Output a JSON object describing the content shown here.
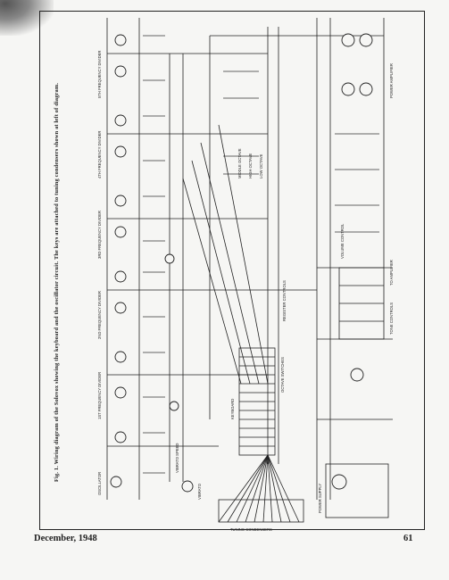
{
  "figure": {
    "caption": "Fig. 1. Wiring diagram of the Solovox showing the keyboard and the oscillator circuit. The keys are attached to tuning condensers shown at left of diagram.",
    "labels": {
      "master_oscillator": "5TH FREQUENCY DIVIDER",
      "div4": "4TH FREQUENCY DIVIDER",
      "div3": "3RD FREQUENCY DIVIDER",
      "div2": "2ND FREQUENCY DIVIDER",
      "div1": "1ST FREQUENCY DIVIDER",
      "oscillator": "OSCILLATOR",
      "vibrato": "VIBRATO",
      "vibrato_speed": "VIBRATO SPEED",
      "keyboard": "KEYBOARD",
      "octave_switches": "OCTAVE SWITCHES",
      "tone_controls": "TONE CONTROLS",
      "power_supply": "POWER SUPPLY",
      "power_amplifier": "POWER AMPLIFIER",
      "to_amplifier": "TO AMPLIFIER",
      "tuning_condensers": "TUNING CONDENSERS",
      "volume_control": "VOLUME CONTROL",
      "register_controls": "REGISTER CONTROLS",
      "middle_octave": "MIDDLE OCTAVE",
      "high_octave": "HIGH OCTAVE",
      "low_octave": "LOW OCTAVE"
    }
  },
  "footer": {
    "date": "December, 1948",
    "page": "61"
  }
}
